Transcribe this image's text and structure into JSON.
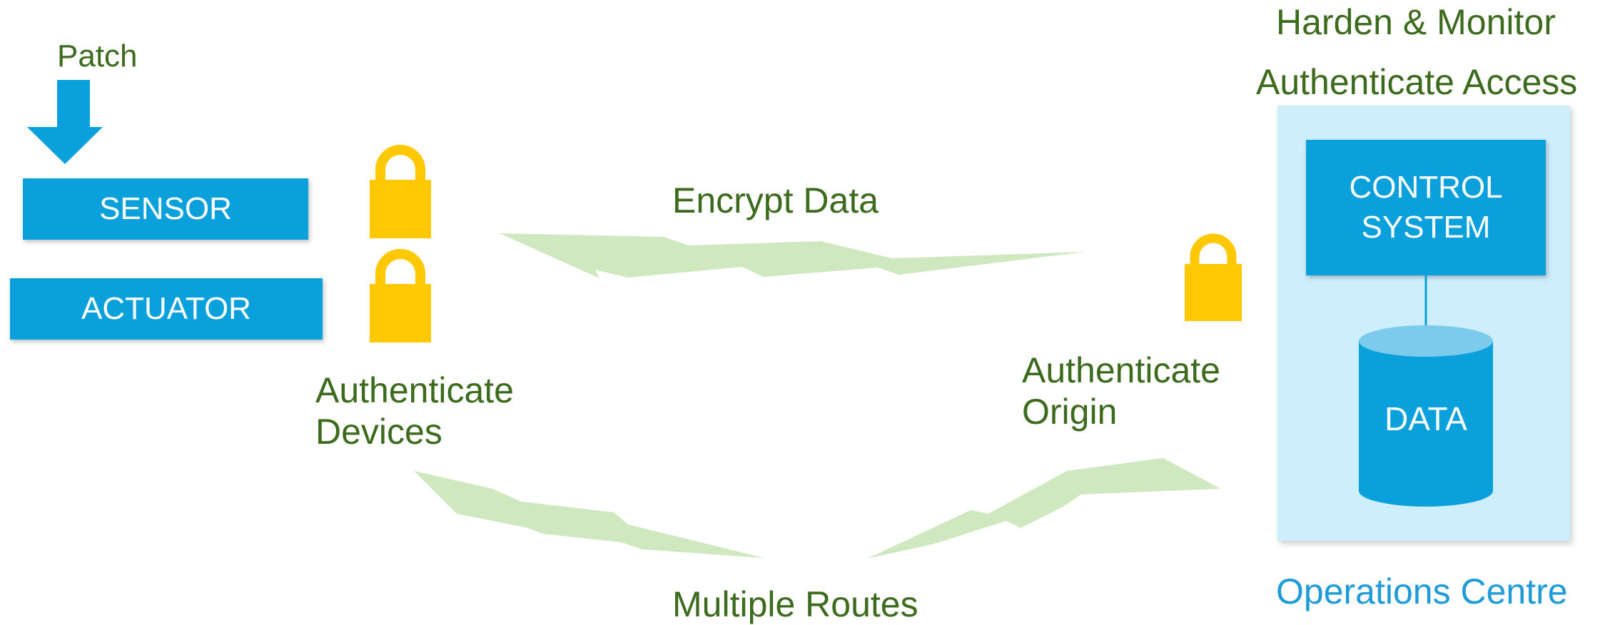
{
  "labels": {
    "patch": "Patch",
    "encrypt_data": "Encrypt Data",
    "authenticate_devices_line1": "Authenticate",
    "authenticate_devices_line2": "Devices",
    "authenticate_origin_line1": "Authenticate",
    "authenticate_origin_line2": "Origin",
    "multiple_routes": "Multiple Routes",
    "harden_monitor": "Harden & Monitor",
    "authenticate_access": "Authenticate Access",
    "operations_centre": "Operations Centre"
  },
  "boxes": {
    "sensor": "SENSOR",
    "actuator": "ACTUATOR",
    "control_system": "CONTROL\nSYSTEM",
    "data": "DATA"
  },
  "icons": {
    "patch_arrow": "down-arrow-icon",
    "lock": "padlock-icon",
    "link": "lightning-link-icon",
    "database": "database-cylinder-icon"
  },
  "colors": {
    "accent_blue": "#0aa0dc",
    "panel_blue": "#cdeefb",
    "lock_yellow": "#ffc800",
    "link_green": "#cfe8c0",
    "label_green": "#3d6b1e",
    "ops_blue": "#1f9bd7"
  }
}
